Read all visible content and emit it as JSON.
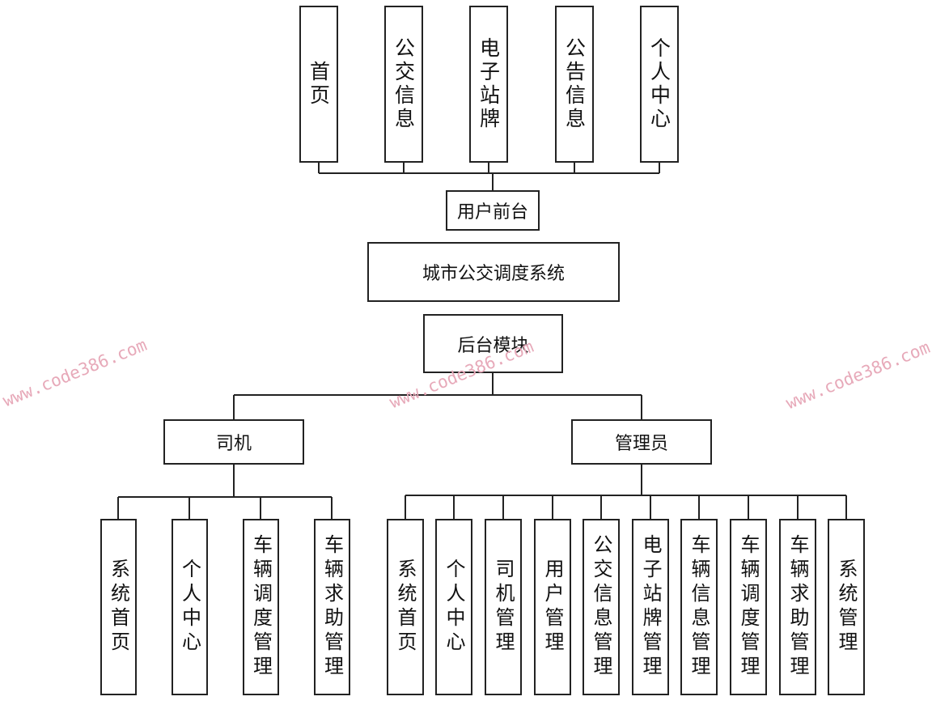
{
  "frontend": {
    "pages": [
      "首页",
      "公交信息",
      "电子站牌",
      "公告信息",
      "个人中心"
    ],
    "title": "用户前台"
  },
  "system_title": "城市公交调度系统",
  "backend": {
    "title": "后台模块",
    "driver": {
      "title": "司机",
      "modules": [
        "系统首页",
        "个人中心",
        "车辆调度管理",
        "车辆求助管理"
      ]
    },
    "admin": {
      "title": "管理员",
      "modules": [
        "系统首页",
        "个人中心",
        "司机管理",
        "用户管理",
        "公交信息管理",
        "电子站牌管理",
        "车辆信息管理",
        "车辆调度管理",
        "车辆求助管理",
        "系统管理"
      ]
    }
  },
  "watermark": "www.code386.com"
}
